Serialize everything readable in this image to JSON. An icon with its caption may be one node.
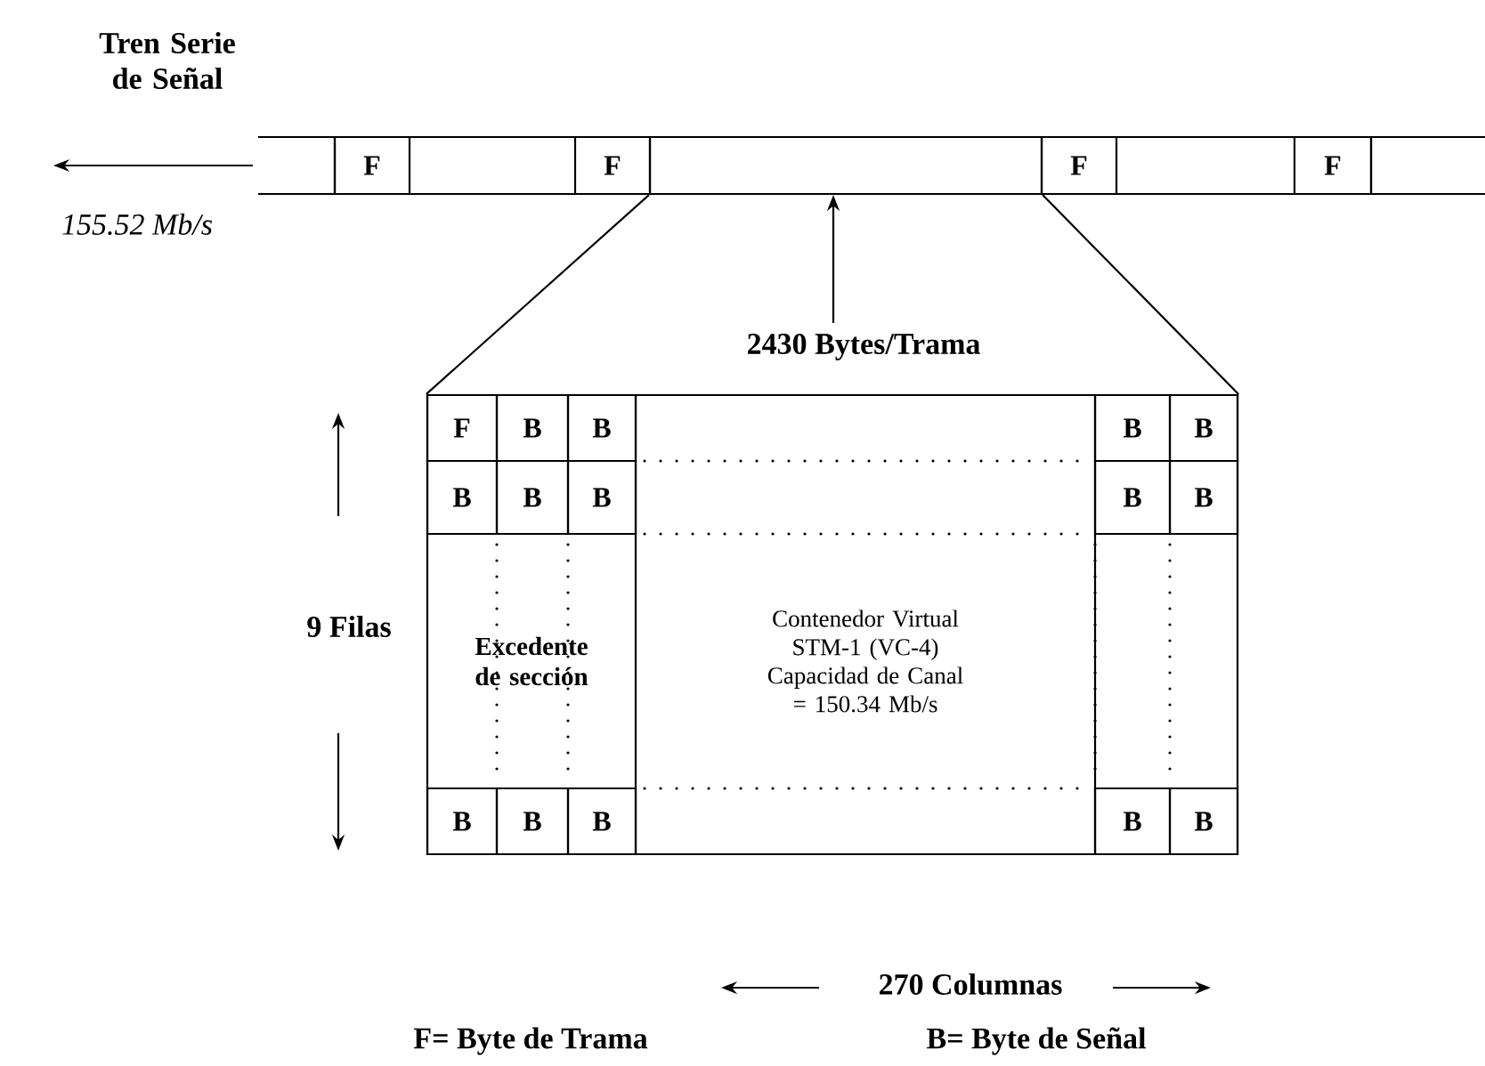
{
  "diagram": {
    "nodes": [
      {
        "text": [
          "F"
        ]
      },
      {
        "text": [
          "F"
        ]
      },
      {
        "text": [],
        "shape": "box"
      },
      {
        "text": [
          "F"
        ]
      },
      {
        "text": [
          "F"
        ]
      },
      {
        "text": [
          "2430 Bytes/Trama"
        ]
      },
      {
        "text": [],
        "shape": "box"
      },
      {
        "text": [
          "F"
        ],
        "in": 6
      },
      {
        "text": [
          "B"
        ],
        "in": 6
      },
      {
        "text": [
          "B"
        ],
        "in": 6
      },
      {
        "text": [
          "B"
        ],
        "in": 6
      },
      {
        "text": [
          "B"
        ],
        "in": 6
      },
      {
        "text": [
          "B"
        ],
        "in": 6
      },
      {
        "text": [
          "B"
        ],
        "in": 6
      },
      {
        "text": [
          "B"
        ],
        "in": 6
      },
      {
        "text": [
          "B"
        ],
        "in": 6
      },
      {
        "text": [
          "B"
        ],
        "in": 6
      },
      {
        "text": [
          "B"
        ],
        "in": 6
      },
      {
        "text": [
          "B"
        ],
        "in": 6
      },
      {
        "text": [
          "B"
        ],
        "in": 6
      },
      {
        "text": [
          "B"
        ],
        "in": 6
      },
      {
        "text": [
          "B"
        ],
        "in": 6
      },
      {
        "text": [
          "Excedente de sección"
        ],
        "in": 6
      },
      {
        "text": [
          "Contenedor Virtual STM-1 (VC-4)",
          "Capacidad de Canal = 150.34 Mb/s"
        ],
        "in": 6
      }
    ],
    "edges": [
      {
        "from": 2,
        "to": 6,
        "arrow": "none"
      },
      {
        "from": 2,
        "to": 6,
        "arrow": "none"
      },
      {
        "from": 5,
        "to": 2,
        "arrow": "to"
      }
    ],
    "labels": [
      "Tren Serie de Señal",
      "155.52 Mb/s",
      "9 Filas",
      "270 Columnas",
      "F= Byte de Trama",
      "B= Byte de Señal"
    ]
  }
}
